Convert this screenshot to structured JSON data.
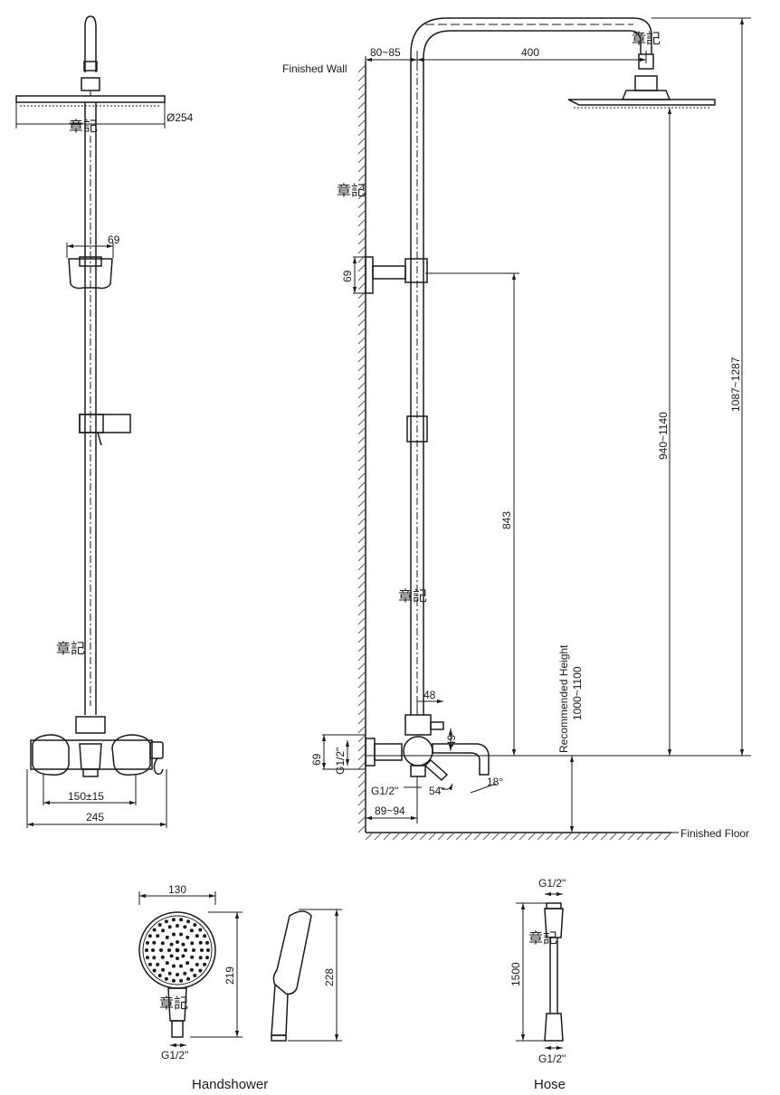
{
  "front_view": {
    "head_diameter": "Ø254",
    "holder_width": "69",
    "mixer_centres": "150±15",
    "mixer_width": "245",
    "stamp": "章記",
    "stamp_lower": "章記"
  },
  "side_view": {
    "wall_offset": "80~85",
    "arm_reach": "400",
    "finished_wall": "Finished Wall",
    "finished_floor": "Finished Floor",
    "bracket_height": "69",
    "rail_height": "843",
    "head_height": "940~1140",
    "total_height": "1087~1287",
    "recommended_height_label": "Recommended Height",
    "recommended_height_value": "1000~1100",
    "outlet_offset": "48",
    "outlet_drop": "49",
    "valve_height": "69",
    "inlet_thread": "G1/2\"",
    "outlet_thread": "G1/2\"",
    "angle_54": "54°",
    "angle_18": "18°",
    "wall_to_valve": "89~94",
    "stamp_top": "章記",
    "stamp_wall": "章記",
    "stamp_rail": "章記"
  },
  "handshower": {
    "width": "130",
    "height_front": "219",
    "height_side": "228",
    "thread": "G1/2\"",
    "stamp": "章記",
    "caption": "Handshower"
  },
  "hose": {
    "thread_top": "G1/2\"",
    "length": "1500",
    "thread_bottom": "G1/2\"",
    "stamp": "章記",
    "caption": "Hose"
  }
}
